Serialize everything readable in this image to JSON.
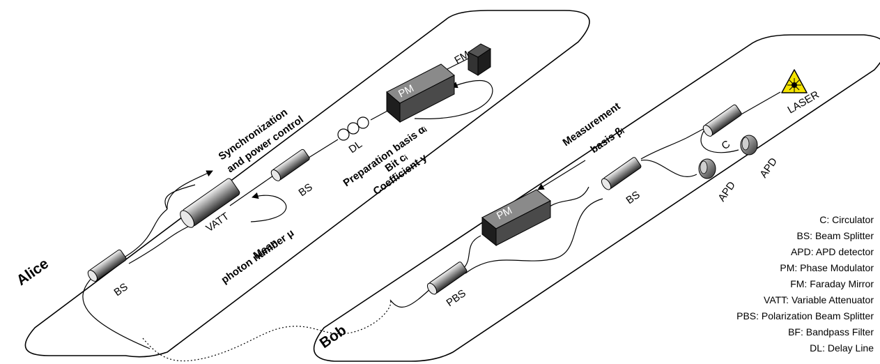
{
  "parties": {
    "alice": "Alice",
    "bob": "Bob"
  },
  "alice": {
    "bs1": "BS",
    "vatt": "VATT",
    "bs2": "BS",
    "dl": "DL",
    "pm": "PM",
    "fm": "FM",
    "sync_line1": "Synchronization",
    "sync_line2": "and power control",
    "mean_line1": "Mean",
    "mean_line2": "photon number μ",
    "prep_line1": "Preparation basis αᵢ",
    "prep_line2": "Bit cᵢ",
    "prep_line3": "Coefficient y"
  },
  "bob": {
    "pbs": "PBS",
    "pm": "PM",
    "bs": "BS",
    "c": "C",
    "apd1": "APD",
    "apd2": "APD",
    "laser": "LASER",
    "meas_line1": "Measurement",
    "meas_line2": "basis βᵢ"
  },
  "legend": [
    "C: Circulator",
    "BS: Beam Splitter",
    "APD: APD detector",
    "PM: Phase Modulator",
    "FM: Faraday Mirror",
    "VATT: Variable Attenuator",
    "PBS: Polarization Beam Splitter",
    "BF: Bandpass Filter",
    "DL: Delay Line"
  ],
  "colors": {
    "laser_yellow": "#f5e400",
    "component_dark": "#333333"
  }
}
